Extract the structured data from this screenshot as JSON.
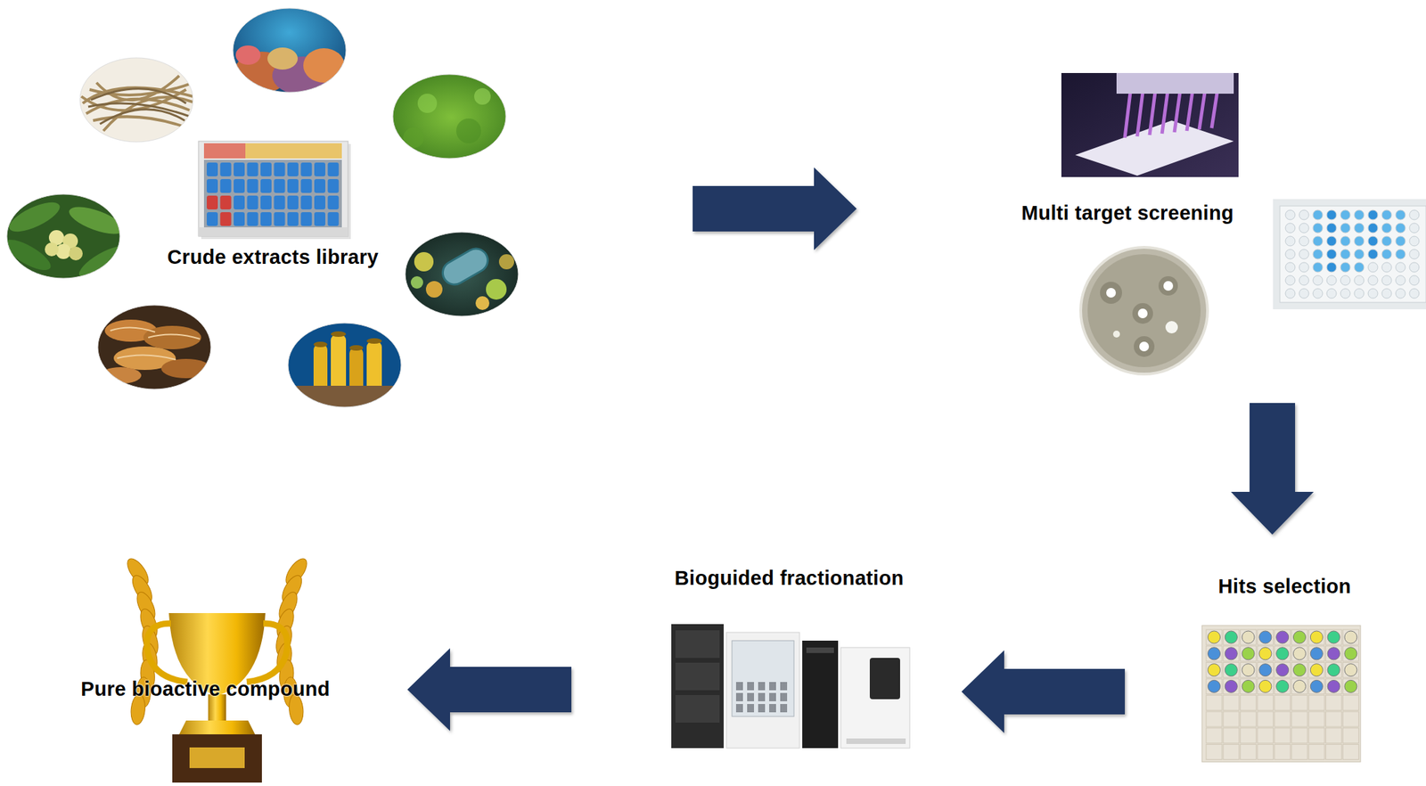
{
  "diagram": {
    "nodes": [
      {
        "text": [
          "Crude extracts library"
        ]
      },
      {
        "text": [
          "Multi target screening"
        ]
      },
      {
        "text": [
          "Hits selection"
        ]
      },
      {
        "text": [
          "Bioguided fractionation"
        ]
      },
      {
        "text": [
          "Pure bioactive compound"
        ]
      }
    ],
    "edges": [
      {
        "from": 0,
        "to": 1,
        "arrow": "to"
      },
      {
        "from": 1,
        "to": 2,
        "arrow": "to"
      },
      {
        "from": 2,
        "to": 3,
        "arrow": "to"
      },
      {
        "from": 3,
        "to": 4,
        "arrow": "to"
      }
    ]
  }
}
